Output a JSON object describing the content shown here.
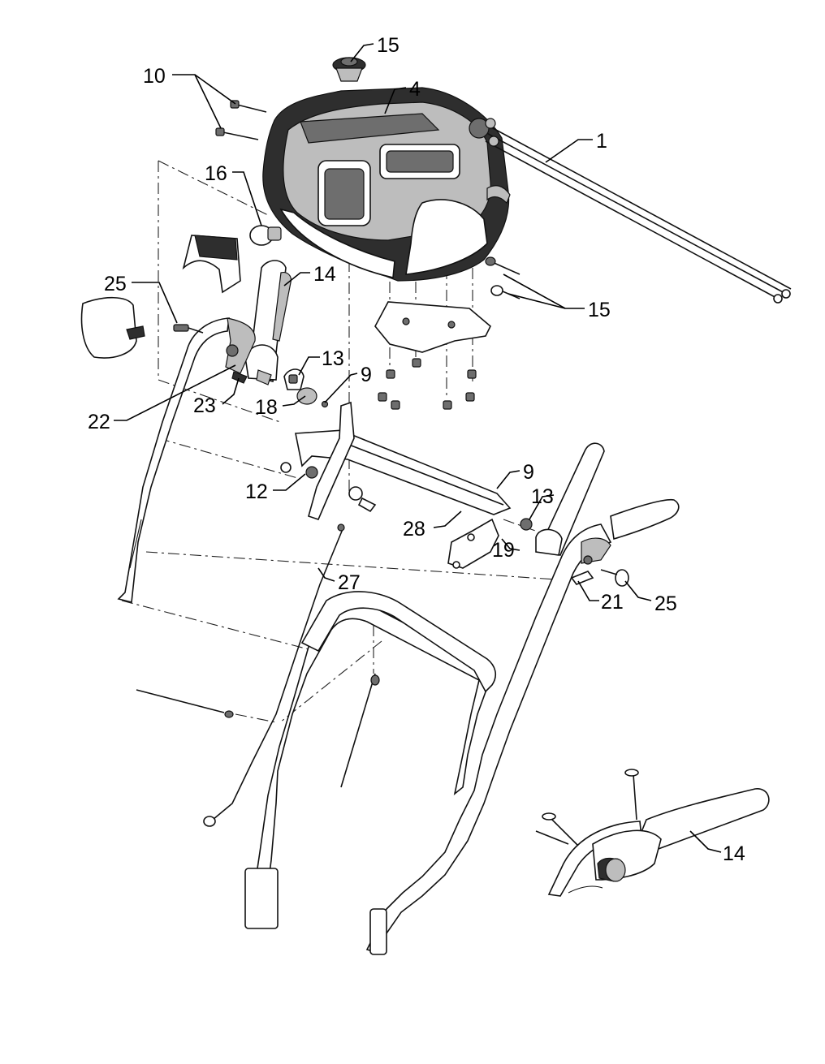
{
  "diagram": {
    "part_labels": {
      "p1": "1",
      "p4": "4",
      "p9a": "9",
      "p9b": "9",
      "p10": "10",
      "p12": "12",
      "p13a": "13",
      "p13b": "13",
      "p14a": "14",
      "p14b": "14",
      "p15a": "15",
      "p15b": "15",
      "p16": "16",
      "p18": "18",
      "p19": "19",
      "p21": "21",
      "p22": "22",
      "p23": "23",
      "p25a": "25",
      "p25b": "25",
      "p27": "27",
      "p28": "28"
    }
  }
}
